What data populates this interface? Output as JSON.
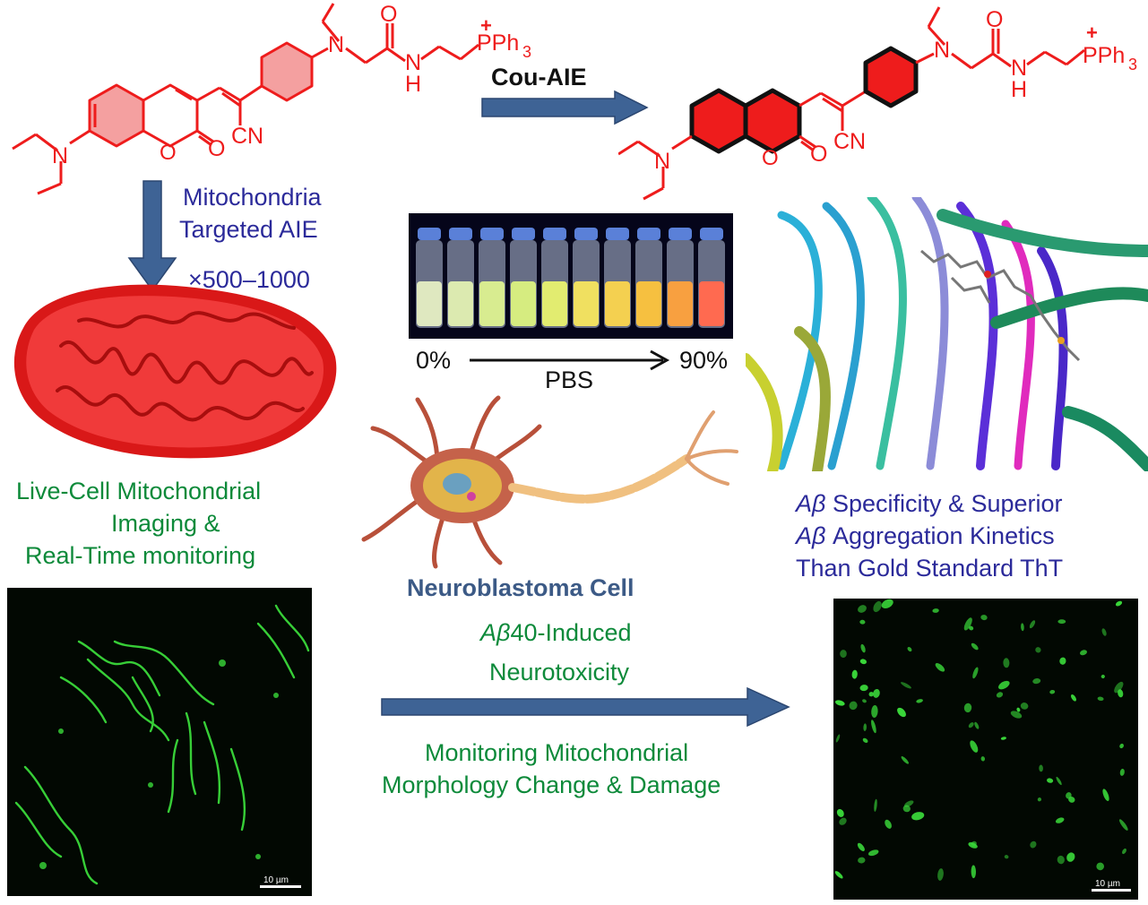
{
  "colors": {
    "molecule_red": "#ee1c1c",
    "ring_fill": "#f4a0a0",
    "arrow_blue": "#3e6395",
    "label_blue": "#2b2a9a",
    "label_green": "#0d8a3a",
    "neuro_blue": "#3c5a86",
    "mito_red": "#e21e1e",
    "micro_green": "#3ad93a"
  },
  "molecule_left": {
    "atoms": {
      "n_left": "N",
      "n_right": "N",
      "o_carbonyl": "O",
      "o_ring": "O",
      "o_lactone": "O",
      "n_amide": "N",
      "h_amide": "H",
      "cn": "CN",
      "pph3": "PPh",
      "pph3_sub": "3",
      "plus": "+"
    }
  },
  "molecule_right": {
    "atoms": {
      "n_left": "N",
      "n_right": "N",
      "o_carbonyl": "O",
      "o_ring": "O",
      "o_lactone": "O",
      "n_amide": "N",
      "h_amide": "H",
      "cn": "CN",
      "pph3": "PPh",
      "pph3_sub": "3",
      "plus": "+"
    }
  },
  "top_arrow": {
    "label": "Cou-AIE"
  },
  "left_arrow": {
    "line1": "Mitochondria",
    "line2": "Targeted AIE",
    "line3": "×500–1000"
  },
  "vials": {
    "count": 10,
    "start_label": "0%",
    "end_label": "90%",
    "axis_label": "PBS"
  },
  "left_text": {
    "line1": "Live-Cell Mitochondrial",
    "line2": "Imaging &",
    "line3": "Real-Time monitoring"
  },
  "neuron": {
    "label": "Neuroblastoma Cell"
  },
  "center_text": {
    "a_beta": "Aβ",
    "line1_rest": "40-Induced",
    "line2": "Neurotoxicity",
    "line3": "Monitoring Mitochondrial",
    "line4": "Morphology Change & Damage"
  },
  "right_text": {
    "a_beta": "Aβ",
    "line1_rest": " Specificity & Superior",
    "line2_rest": " Aggregation Kinetics",
    "line3": "Than Gold Standard ThT"
  },
  "micrograph_left": {
    "scale_label": "10 µm"
  },
  "micrograph_right": {
    "scale_label": "10 µm"
  }
}
